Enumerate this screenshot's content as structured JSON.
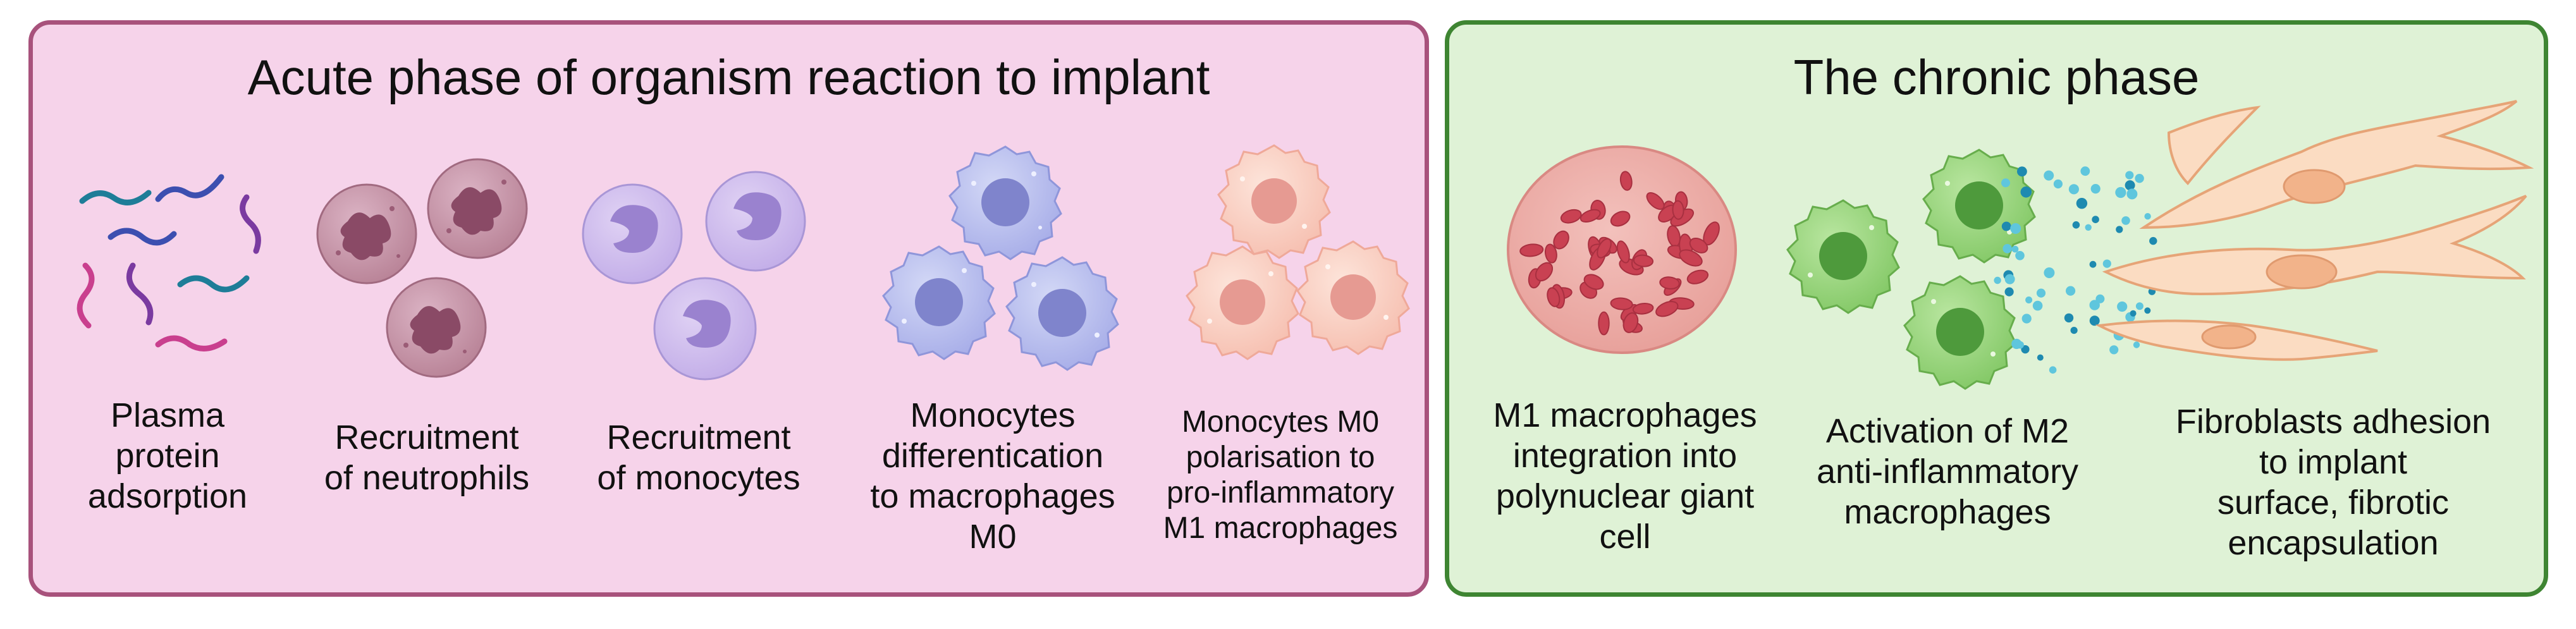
{
  "acute": {
    "title": "Acute phase of organism reaction to implant",
    "steps": [
      {
        "label": "Plasma\nprotein\nadsorption",
        "icon": "protein-strands-icon"
      },
      {
        "label": "Recruitment\nof neutrophils",
        "icon": "neutrophil-icon"
      },
      {
        "label": "Recruitment\nof monocytes",
        "icon": "monocyte-icon"
      },
      {
        "label": "Monocytes\ndifferentication\nto macrophages\nM0",
        "icon": "m0-macrophage-icon"
      },
      {
        "label": "Monocytes M0\npolarisation to\npro-inflammatory\nM1 macrophages",
        "icon": "m1-macrophage-icon"
      }
    ]
  },
  "chronic": {
    "title": "The chronic phase",
    "steps": [
      {
        "label": "M1 macrophages\nintegration into\npolynuclear giant\ncell",
        "icon": "giant-cell-icon"
      },
      {
        "label": "Activation of M2\nanti-inflammatory\nmacrophages",
        "icon": "m2-macrophage-icon"
      },
      {
        "label": "Fibroblasts adhesion\nto implant\nsurface, fibrotic\nencapsulation",
        "icon": "fibroblast-icon"
      }
    ]
  },
  "colors": {
    "acute_bg": "#f6d3ea",
    "acute_border": "#a8527c",
    "chronic_bg": "#dff2d6",
    "chronic_border": "#3e8532"
  }
}
